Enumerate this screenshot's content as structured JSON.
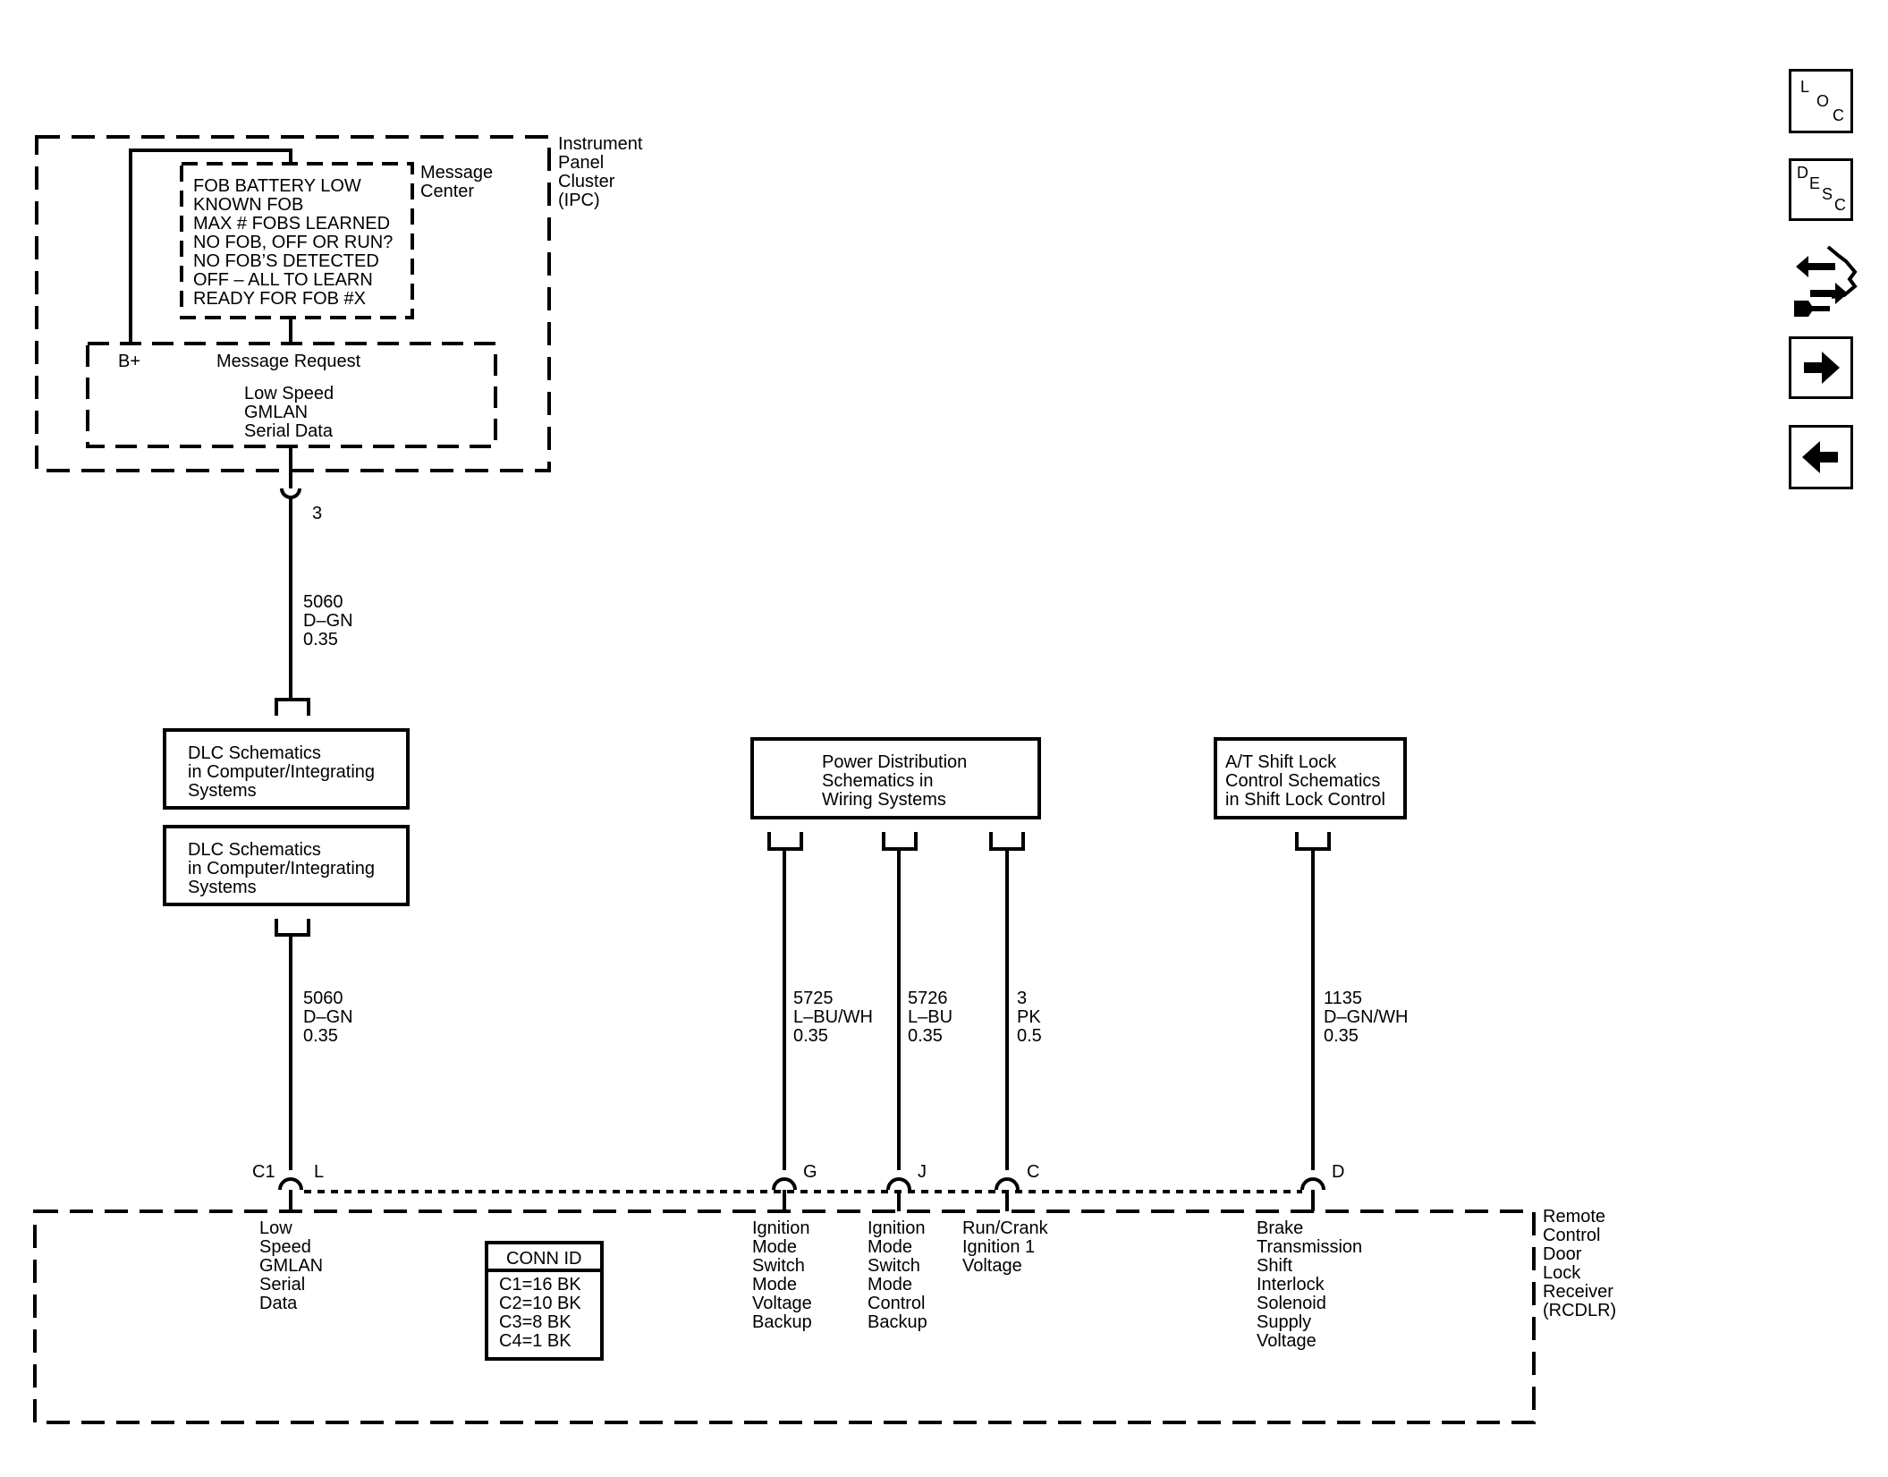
{
  "ipc": {
    "name_lines": [
      "Instrument",
      "Panel",
      "Cluster",
      "(IPC)"
    ],
    "message_center_lines": [
      "Message",
      "Center"
    ],
    "messages": [
      "FOB BATTERY LOW",
      "KNOWN FOB",
      "MAX # FOBS LEARNED",
      "NO FOB, OFF OR RUN?",
      "NO FOB’S DETECTED",
      "OFF – ALL TO LEARN",
      "READY FOR FOB #X"
    ],
    "b_plus": "B+",
    "message_request": "Message Request",
    "serial_lines": [
      "Low Speed",
      "GMLAN",
      "Serial Data"
    ],
    "pin": "3"
  },
  "wires": {
    "upper_5060": [
      "5060",
      "D–GN",
      "0.35"
    ],
    "lower_5060": [
      "5060",
      "D–GN",
      "0.35"
    ],
    "w5725": [
      "5725",
      "L–BU/WH",
      "0.35"
    ],
    "w5726": [
      "5726",
      "L–BU",
      "0.35"
    ],
    "w3": [
      "3",
      "PK",
      "0.5"
    ],
    "w1135": [
      "1135",
      "D–GN/WH",
      "0.35"
    ]
  },
  "refs": {
    "dlc_upper": [
      "DLC Schematics",
      "in Computer/Integrating",
      "Systems"
    ],
    "dlc_lower": [
      "DLC Schematics",
      "in Computer/Integrating",
      "Systems"
    ],
    "power": [
      "Power Distribution",
      "Schematics in",
      "Wiring Systems"
    ],
    "shift_lock": [
      "A/T Shift Lock",
      "Control Schematics",
      "in Shift Lock Control"
    ]
  },
  "rcdlr": {
    "name_lines": [
      "Remote",
      "Control",
      "Door",
      "Lock",
      "Receiver",
      "(RCDLR)"
    ],
    "connector": "C1",
    "pins": {
      "L": "L",
      "G": "G",
      "J": "J",
      "C": "C",
      "D": "D"
    },
    "functions": {
      "L": [
        "Low",
        "Speed",
        "GMLAN",
        "Serial",
        "Data"
      ],
      "G": [
        "Ignition",
        "Mode",
        "Switch",
        "Mode",
        "Voltage",
        "Backup"
      ],
      "J": [
        "Ignition",
        "Mode",
        "Switch",
        "Mode",
        "Control",
        "Backup"
      ],
      "C": [
        "Run/Crank",
        "Ignition 1",
        "Voltage"
      ],
      "D": [
        "Brake",
        "Transmission",
        "Shift",
        "Interlock",
        "Solenoid",
        "Supply",
        "Voltage"
      ]
    },
    "conn_id_title": "CONN ID",
    "conn_id_rows": [
      "C1=16 BK",
      "C2=10 BK",
      "C3=8 BK",
      "C4=1 BK"
    ]
  },
  "nav": {
    "loc": [
      "L",
      "O",
      "C"
    ],
    "desc": [
      "D",
      "E",
      "S",
      "C"
    ],
    "icons": [
      "connector-arrows-icon",
      "arrow-right-icon",
      "arrow-left-icon"
    ]
  }
}
